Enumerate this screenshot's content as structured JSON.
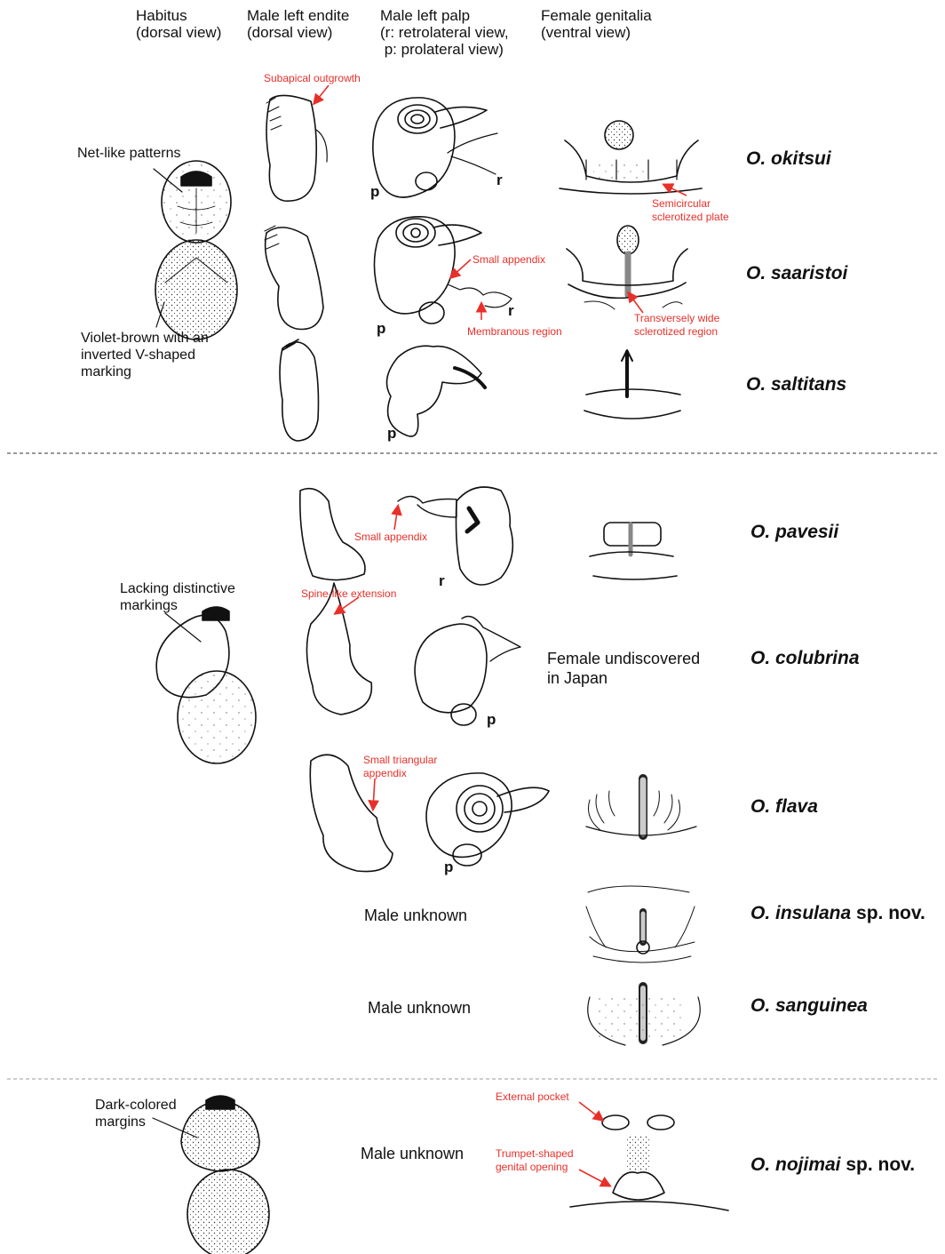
{
  "headers": {
    "habitus": "Habitus\n(dorsal view)",
    "endite": "Male left endite\n(dorsal view)",
    "palp": "Male left palp\n(r: retrolateral view,\n p: prolateral view)",
    "genitalia": "Female genitalia\n(ventral view)"
  },
  "habitus_notes": {
    "net_like": "Net-like patterns",
    "violet": "Violet-brown with an\ninverted V-shaped\nmarking",
    "lacking": "Lacking distinctive\nmarkings",
    "dark": "Dark-colored\nmargins"
  },
  "annotations": {
    "subapical": "Subapical outgrowth",
    "semicircular": "Semicircular\nsclerotized plate",
    "small_appendix_1": "Small appendix",
    "membranous": "Membranous region",
    "transverse": "Transversely wide\nsclerotized region",
    "small_appendix_2": "Small appendix",
    "spine_like": "Spine-like extension",
    "small_triangular": "Small triangular\nappendix",
    "external_pocket": "External pocket",
    "trumpet": "Trumpet-shaped\ngenital opening"
  },
  "view_letters": {
    "p1": "p",
    "r1": "r",
    "p2": "p",
    "r2": "r",
    "p3": "p",
    "r4": "r",
    "p5": "p",
    "p6": "p"
  },
  "notes": {
    "female_undiscovered": "Female undiscovered\nin Japan",
    "male_unknown_1": "Male unknown",
    "male_unknown_2": "Male unknown",
    "male_unknown_3": "Male unknown"
  },
  "species": {
    "okitsui": "O. okitsui",
    "saaristoi": "O. saaristoi",
    "saltitans": "O. saltitans",
    "pavesii": "O. pavesii",
    "colubrina": "O. colubrina",
    "flava": "O. flava",
    "insulana": "O. insulana",
    "insulana_suffix": " sp. nov.",
    "sanguinea": "O. sanguinea",
    "nojimai": "O. nojimai",
    "nojimai_suffix": " sp. nov."
  },
  "colors": {
    "annotation": "#e8302a",
    "ink": "#111111"
  }
}
